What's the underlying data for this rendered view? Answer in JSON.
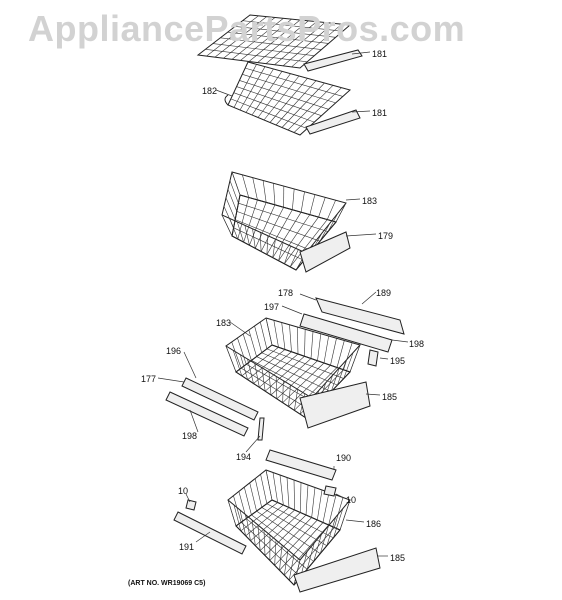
{
  "watermark": "AppliancePartsPros.com",
  "art_number": "(ART NO. WR19069 C5)",
  "callouts": [
    {
      "id": "c181a",
      "text": "181"
    },
    {
      "id": "c181b",
      "text": "181"
    },
    {
      "id": "c182",
      "text": "182"
    },
    {
      "id": "c183a",
      "text": "183"
    },
    {
      "id": "c179",
      "text": "179"
    },
    {
      "id": "c178",
      "text": "178"
    },
    {
      "id": "c189",
      "text": "189"
    },
    {
      "id": "c197",
      "text": "197"
    },
    {
      "id": "c183b",
      "text": "183"
    },
    {
      "id": "c198a",
      "text": "198"
    },
    {
      "id": "c196",
      "text": "196"
    },
    {
      "id": "c195",
      "text": "195"
    },
    {
      "id": "c177",
      "text": "177"
    },
    {
      "id": "c185a",
      "text": "185"
    },
    {
      "id": "c198b",
      "text": "198"
    },
    {
      "id": "c194",
      "text": "194"
    },
    {
      "id": "c190",
      "text": "190"
    },
    {
      "id": "c10a",
      "text": "10"
    },
    {
      "id": "c10b",
      "text": "10"
    },
    {
      "id": "c186",
      "text": "186"
    },
    {
      "id": "c191",
      "text": "191"
    },
    {
      "id": "c185b",
      "text": "185"
    }
  ]
}
